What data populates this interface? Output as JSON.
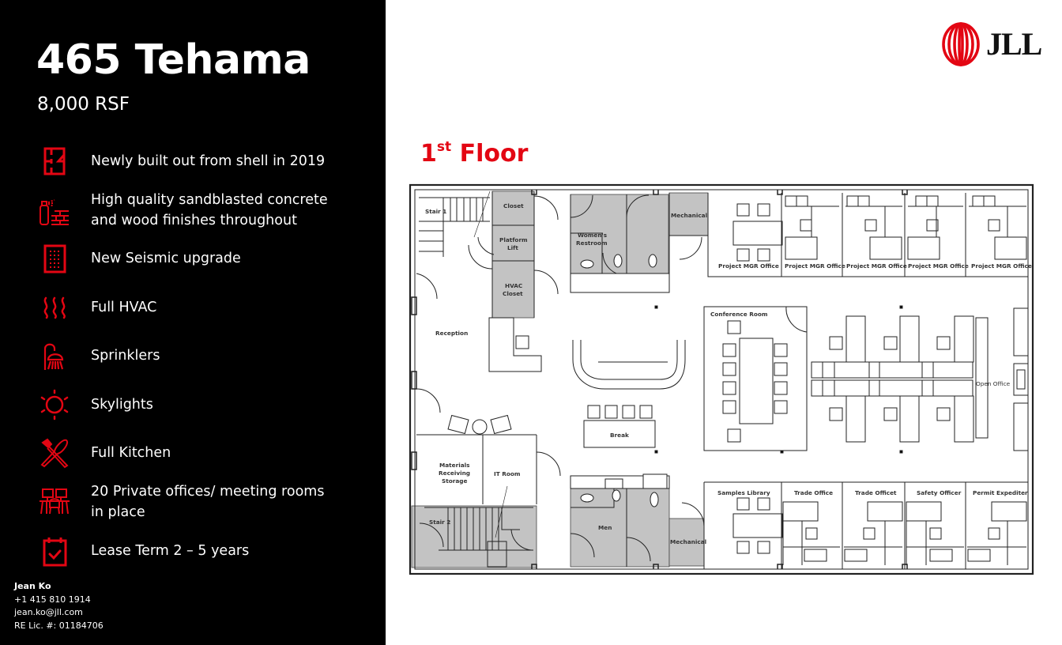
{
  "property": {
    "title": "465 Tehama",
    "size": "8,000 RSF"
  },
  "features": [
    {
      "icon": "floor-plan-icon",
      "lines": [
        "Newly built out from shell in 2019"
      ]
    },
    {
      "icon": "spray-can-brick-icon",
      "lines": [
        "High quality sandblasted concrete",
        "and wood finishes throughout"
      ]
    },
    {
      "icon": "seismic-panel-icon",
      "lines": [
        "New Seismic upgrade"
      ]
    },
    {
      "icon": "heat-waves-icon",
      "lines": [
        "Full HVAC"
      ]
    },
    {
      "icon": "shower-sprinkler-icon",
      "lines": [
        "Sprinklers"
      ]
    },
    {
      "icon": "sun-icon",
      "lines": [
        "Skylights"
      ]
    },
    {
      "icon": "fork-knife-icon",
      "lines": [
        "Full Kitchen"
      ]
    },
    {
      "icon": "desks-chair-icon",
      "lines": [
        "20 Private offices/ meeting rooms",
        "in place"
      ]
    },
    {
      "icon": "calendar-check-icon",
      "lines": [
        "Lease Term 2 – 5 years"
      ]
    }
  ],
  "contact": {
    "name": "Jean Ko",
    "phone": "+1 415 810 1914",
    "email": "jean.ko@jll.com",
    "license": "RE Lic. #: 01184706"
  },
  "logo": {
    "text": "JLL",
    "color": "#e30613"
  },
  "floor": {
    "number": "1",
    "ordinal_suffix": "st",
    "label": "Floor"
  },
  "rooms": {
    "stair1": "Stair 1",
    "closet": "Closet",
    "platform_lift": [
      "Platform",
      "Lift"
    ],
    "hvac_closet": [
      "HVAC",
      "Closet"
    ],
    "womens_restroom": [
      "Women's",
      "Restroom"
    ],
    "mechanical_top": "Mechanical",
    "project_mgr_offices": [
      "Project MGR Office",
      "Project MGR Office",
      "Project MGR Office",
      "Project MGR Office",
      "Project MGR Office"
    ],
    "reception": "Reception",
    "conference_room": "Conference Room",
    "open_office": "Open Office",
    "break": "Break",
    "materials": [
      "Materials",
      "Receiving",
      "Storage"
    ],
    "it_room": "IT Room",
    "stair2": "Stair 2",
    "men": "Men",
    "mechanical_bottom": "Mechanical",
    "samples_library": "Samples Library",
    "trade_office": "Trade Office",
    "trade_officet": "Trade Officet",
    "safety_officer": "Safety Officer",
    "permit_expediter": "Permit Expediter"
  },
  "colors": {
    "accent": "#e30613",
    "sidebar_bg": "#000000",
    "service_gray": "#c0c0c0"
  }
}
